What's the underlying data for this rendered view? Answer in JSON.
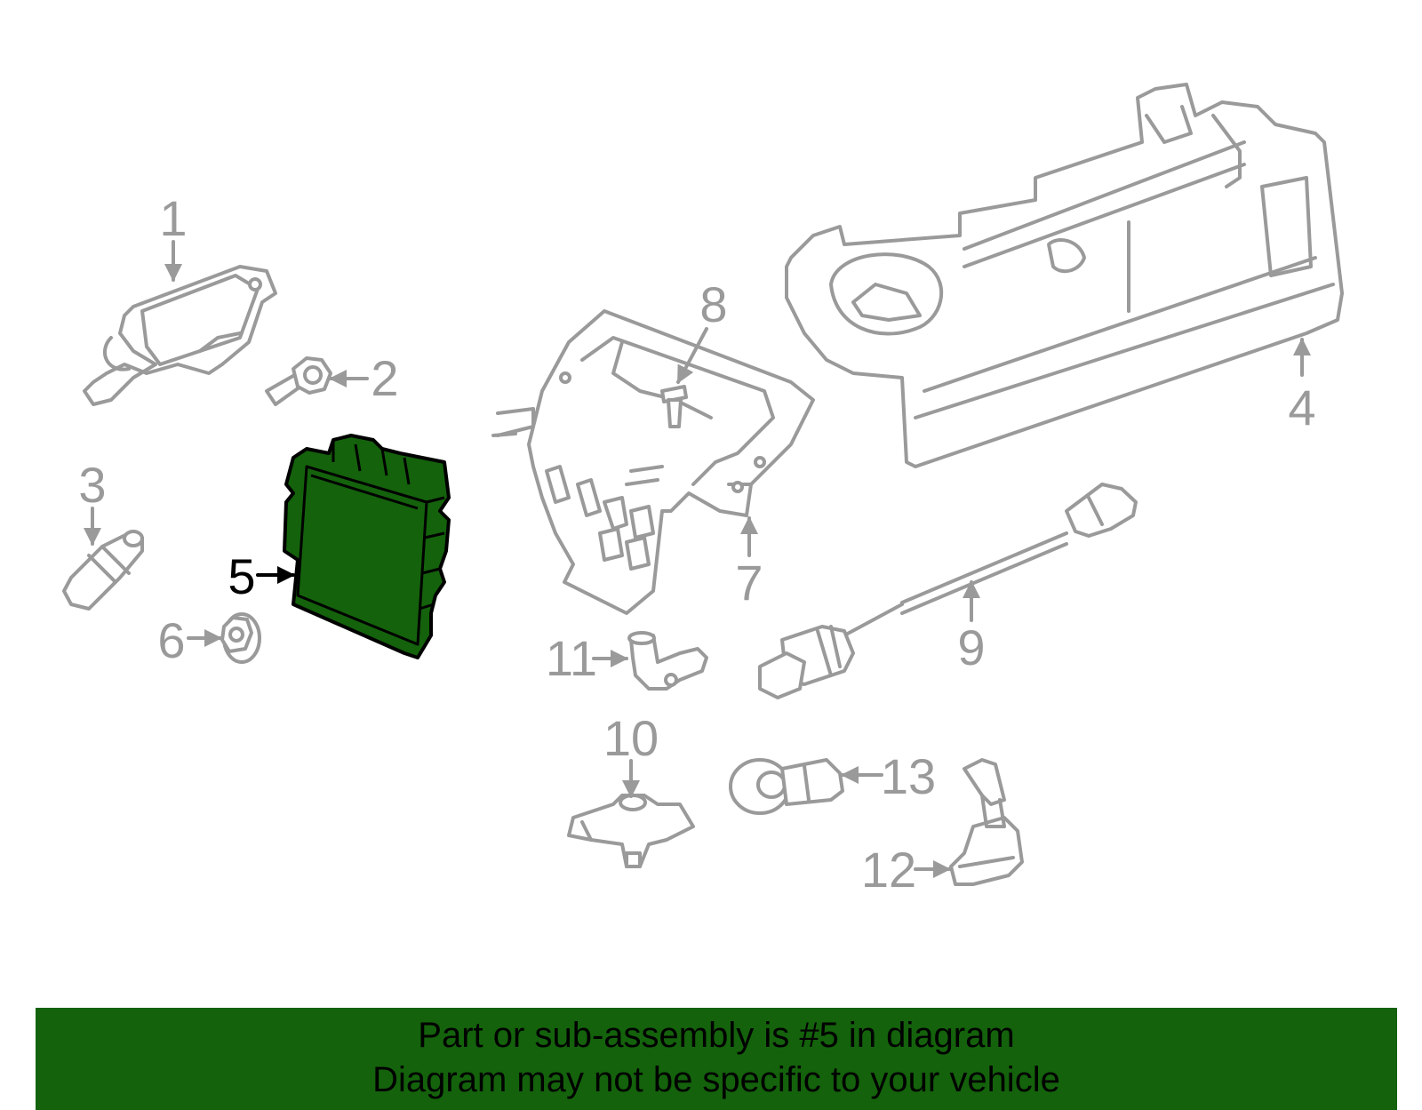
{
  "callouts": [
    "1",
    "2",
    "3",
    "4",
    "5",
    "6",
    "7",
    "8",
    "9",
    "10",
    "11",
    "12",
    "13"
  ],
  "highlighted_part": "5",
  "colors": {
    "highlight_fill": "#14620c",
    "caption_bg": "#14620c",
    "part_stroke": "#9a9a9a",
    "highlight_stroke": "#000000"
  },
  "caption": {
    "line1": "Part or sub-assembly is #5 in diagram",
    "line2": "Diagram may not be specific to your vehicle"
  }
}
